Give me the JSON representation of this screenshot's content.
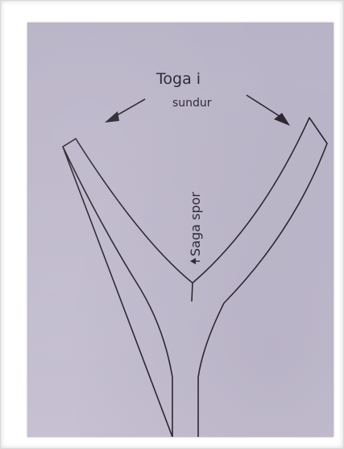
{
  "photo": {
    "labels": {
      "top_label_line1": "Toga i",
      "top_label_line2": "sundur",
      "vertical_label": "Saga spor"
    },
    "colors": {
      "paper": "#c2bccf",
      "ink": "#2b2630"
    }
  }
}
